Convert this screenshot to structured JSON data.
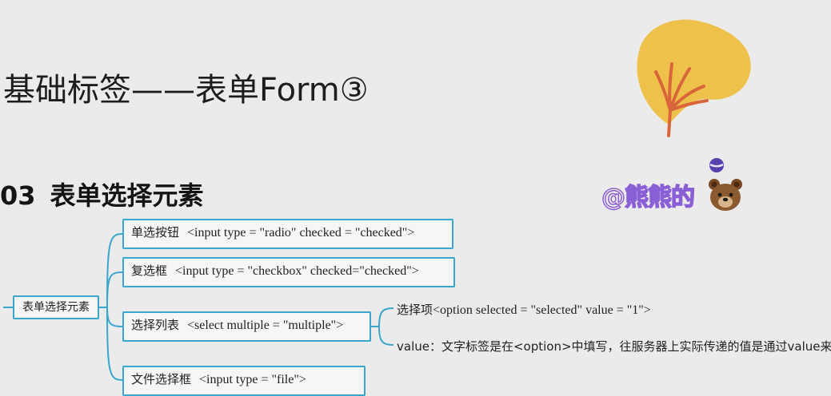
{
  "slide": {
    "title": "基础标签——表单Form③",
    "section_number": "03",
    "section_title": "表单选择元素"
  },
  "watermark": {
    "text": "@熊熊的",
    "icon": "bear-face-icon"
  },
  "mindmap": {
    "root": "表单选择元素",
    "branches": [
      {
        "label": "单选按钮",
        "code": "<input type = \"radio\"  checked = \"checked\">"
      },
      {
        "label": "复选框",
        "code": "<input type = \"checkbox\" checked=\"checked\">"
      },
      {
        "label": "选择列表",
        "code": "<select  multiple = \"multiple\">"
      },
      {
        "label": "文件选择框",
        "code": "<input type = \"file\">"
      }
    ],
    "sub_items": [
      {
        "label": "选择项",
        "code": "<option  selected = \"selected\"  value = \"1\">"
      },
      {
        "label": "value：文字标签是在<option>中填写，往服务器上实际传递的值是通过value来"
      }
    ]
  },
  "colors": {
    "background": "#ebebeb",
    "node_border": "#39a6cd",
    "leaf_yellow": "#eec24a",
    "leaf_stem": "#d9663a",
    "watermark_purple": "#8a5fd6"
  }
}
